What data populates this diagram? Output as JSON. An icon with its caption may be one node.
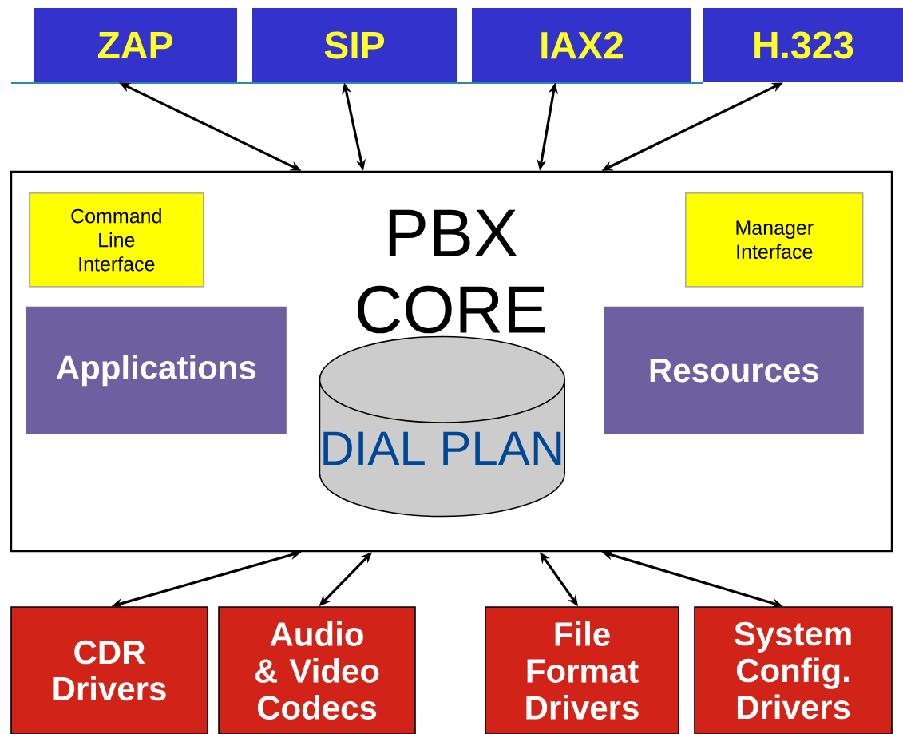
{
  "diagram": {
    "nodes": [
      {
        "text": [
          "ZAP"
        ]
      },
      {
        "text": [
          "SIP"
        ]
      },
      {
        "text": [
          "IAX2"
        ]
      },
      {
        "text": [
          "H.323"
        ]
      },
      {
        "text": [
          "PBX CORE"
        ]
      },
      {
        "text": [
          "Command Line Interface"
        ],
        "in": 4
      },
      {
        "text": [
          "Manager Interface"
        ],
        "in": 4
      },
      {
        "text": [
          "Applications"
        ],
        "in": 4
      },
      {
        "text": [
          "Resources"
        ],
        "in": 4
      },
      {
        "text": [
          "DIAL PLAN"
        ],
        "in": 4
      },
      {
        "text": [
          "CDR Drivers"
        ]
      },
      {
        "text": [
          "Audio & Video Codecs"
        ]
      },
      {
        "text": [
          "File Format Drivers"
        ]
      },
      {
        "text": [
          "System Config. Drivers"
        ]
      }
    ],
    "edges": [
      {
        "from": 0,
        "to": 4,
        "arrow": "both"
      },
      {
        "from": 1,
        "to": 4,
        "arrow": "both"
      },
      {
        "from": 2,
        "to": 4,
        "arrow": "both"
      },
      {
        "from": 3,
        "to": 4,
        "arrow": "both"
      },
      {
        "from": 4,
        "to": 10,
        "arrow": "both"
      },
      {
        "from": 4,
        "to": 11,
        "arrow": "both"
      },
      {
        "from": 4,
        "to": 12,
        "arrow": "both"
      },
      {
        "from": 4,
        "to": 13,
        "arrow": "both"
      }
    ]
  }
}
